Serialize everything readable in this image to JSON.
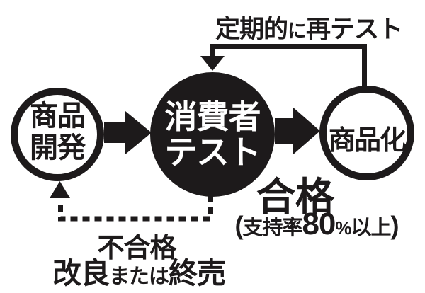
{
  "canvas": {
    "background": "#ffffff",
    "ink": "#1d1a1b",
    "test_node_text_color": "#ffffff"
  },
  "flow": {
    "retest": {
      "prefix": "定期的",
      "particle": "に",
      "suffix": "再テスト"
    },
    "nodes": {
      "development": {
        "line1": "商品",
        "line2": "開発"
      },
      "consumer_test": {
        "line1": "消費者",
        "line2": "テスト"
      },
      "commercialization": {
        "label": "商品化"
      }
    },
    "pass": {
      "label": "合格",
      "cond_open_paren": "(",
      "cond_label": "支持率",
      "cond_value": "80",
      "cond_unit": "%",
      "cond_tail": "以上",
      "cond_close_paren": ")"
    },
    "fail": {
      "label": "不合格",
      "action_part1": "改良",
      "action_part2": "または",
      "action_part3": "終売"
    }
  }
}
